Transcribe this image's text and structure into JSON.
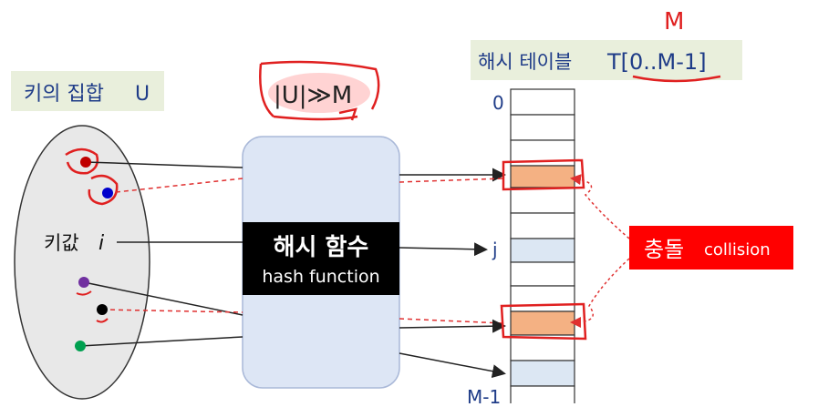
{
  "key_set_label": "키의 집합",
  "key_set_symbol": "U",
  "key_value_label": "키값",
  "key_value_symbol": "i",
  "annotation_relation": "|U|≫M",
  "annotation_m": "M",
  "hash_function_title": "해시 함수",
  "hash_function_subtitle": "hash function",
  "table_title_ko": "해시 테이블",
  "table_title_sym": "T[0..M-1]",
  "index_first": "0",
  "index_j": "j",
  "index_last": "M-1",
  "collision_ko": "충돌",
  "collision_en": "collision",
  "colors": {
    "label_bg": "#e9efdc",
    "label_text": "#1f3c88",
    "hash_box_fill": "#dde6f5",
    "hash_box_stroke": "#a9b8d8",
    "hash_band": "#000000",
    "ellipse_fill": "#e8e8e8",
    "cell_empty": "#ffffff",
    "cell_light": "#dce7f3",
    "cell_collision": "#f4b183",
    "collision_badge": "#ff0000",
    "annotation_red": "#e02020",
    "dashed_red": "#e03030",
    "key_red": "#c00000",
    "key_blue": "#0000cc",
    "key_purple": "#7030a0",
    "key_black": "#000000",
    "key_green": "#00a050"
  }
}
